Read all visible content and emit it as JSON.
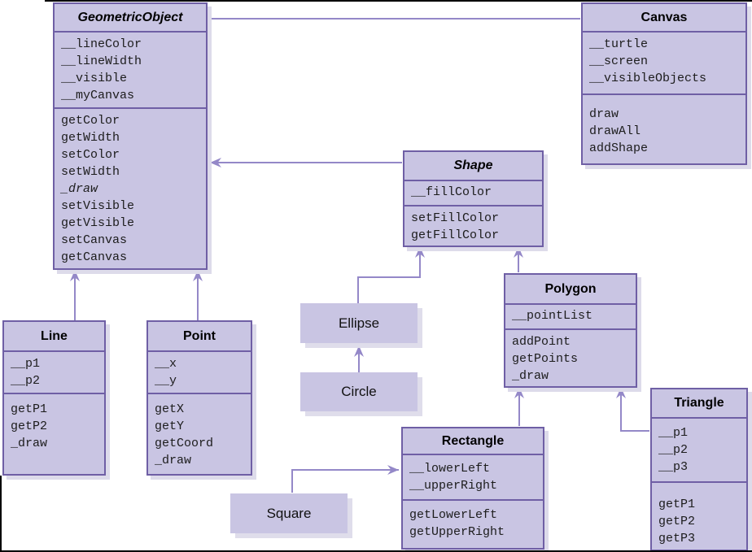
{
  "diagram": {
    "kind": "uml-class-diagram",
    "colors": {
      "box_fill": "#c9c5e3",
      "box_border": "#6f5fa5",
      "connector": "#9488c8",
      "shadow": "#dddbea",
      "member_text": "#1c1c1c",
      "title_text": "#000000"
    }
  },
  "classes": {
    "geometric_object": {
      "title": "GeometricObject",
      "abstract": true,
      "attributes": [
        "__lineColor",
        "__lineWidth",
        "__visible",
        "__myCanvas"
      ],
      "methods_top": [
        "getColor",
        "getWidth",
        "setColor",
        "setWidth"
      ],
      "abstract_method": "_draw",
      "methods_bottom": [
        "setVisible",
        "getVisible",
        "setCanvas",
        "getCanvas"
      ]
    },
    "canvas": {
      "title": "Canvas",
      "abstract": false,
      "attributes": [
        "__turtle",
        "__screen",
        "__visibleObjects"
      ],
      "methods": [
        "draw",
        "drawAll",
        "addShape"
      ]
    },
    "shape": {
      "title": "Shape",
      "abstract": true,
      "attributes": [
        "__fillColor"
      ],
      "methods": [
        "setFillColor",
        "getFillColor"
      ]
    },
    "line": {
      "title": "Line",
      "abstract": false,
      "attributes": [
        "__p1",
        "__p2"
      ],
      "methods": [
        "getP1",
        "getP2",
        "_draw"
      ]
    },
    "point": {
      "title": "Point",
      "abstract": false,
      "attributes": [
        "__x",
        "__y"
      ],
      "methods": [
        "getX",
        "getY",
        "getCoord",
        "_draw"
      ]
    },
    "polygon": {
      "title": "Polygon",
      "abstract": false,
      "attributes": [
        "__pointList"
      ],
      "methods": [
        "addPoint",
        "getPoints",
        "_draw"
      ]
    },
    "rectangle": {
      "title": "Rectangle",
      "abstract": false,
      "attributes": [
        "__lowerLeft",
        "__upperRight"
      ],
      "methods": [
        "getLowerLeft",
        "getUpperRight"
      ]
    },
    "triangle": {
      "title": "Triangle",
      "abstract": false,
      "attributes": [
        "__p1",
        "__p2",
        "__p3"
      ],
      "methods": [
        "getP1",
        "getP2",
        "getP3"
      ]
    },
    "ellipse": {
      "title": "Ellipse"
    },
    "circle": {
      "title": "Circle"
    },
    "square": {
      "title": "Square"
    }
  },
  "relationships": [
    {
      "type": "association",
      "from": "GeometricObject",
      "to": "Canvas"
    },
    {
      "type": "inheritance",
      "child": "Shape",
      "parent": "GeometricObject"
    },
    {
      "type": "inheritance",
      "child": "Line",
      "parent": "GeometricObject"
    },
    {
      "type": "inheritance",
      "child": "Point",
      "parent": "GeometricObject"
    },
    {
      "type": "inheritance",
      "child": "Ellipse",
      "parent": "Shape"
    },
    {
      "type": "inheritance",
      "child": "Polygon",
      "parent": "Shape"
    },
    {
      "type": "inheritance",
      "child": "Circle",
      "parent": "Ellipse"
    },
    {
      "type": "inheritance",
      "child": "Rectangle",
      "parent": "Polygon"
    },
    {
      "type": "inheritance",
      "child": "Triangle",
      "parent": "Polygon"
    },
    {
      "type": "inheritance",
      "child": "Square",
      "parent": "Rectangle"
    }
  ]
}
